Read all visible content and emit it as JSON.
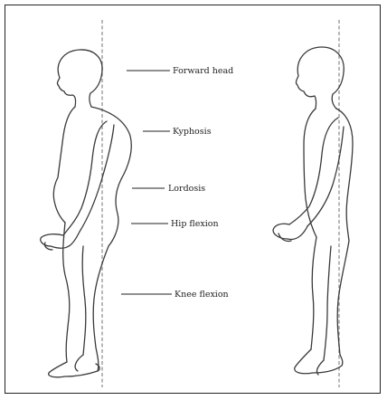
{
  "labels": {
    "forward_head": "Forward head",
    "kyphosis": "Kyphosis",
    "lordosis": "Lordosis",
    "hip_flexion": "Hip flexion",
    "knee_flexion": "Knee flexion"
  },
  "colors": {
    "line": "#3a3a3a",
    "plumb_line": "#999999",
    "frame": "#222222"
  }
}
